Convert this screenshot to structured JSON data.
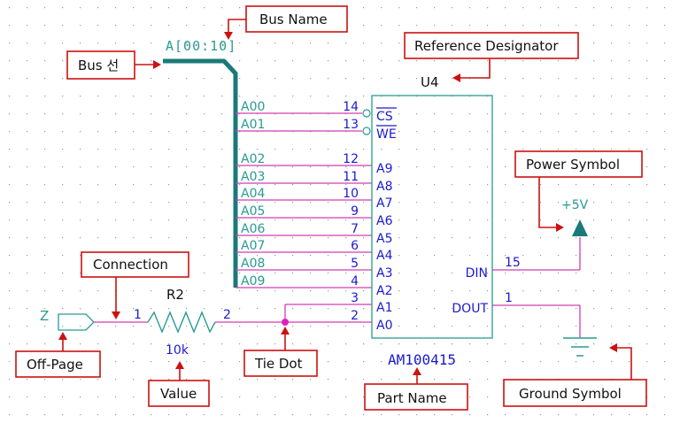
{
  "colors": {
    "grid": "#9a9a9a",
    "wire": "#d23cb4",
    "body": "#2a9a92",
    "bus": "#1a7a78",
    "pinnum": "#1a1ad0",
    "label": "#2a9a92",
    "callout": "#cc1111",
    "black": "#111111",
    "dot": "#e020c0"
  },
  "callouts": {
    "bus_name": "Bus Name",
    "ref_des": "Reference Designator",
    "bus_line": "Bus 선",
    "power_symbol": "Power Symbol",
    "connection": "Connection",
    "off_page": "Off-Page",
    "value": "Value",
    "tie_dot": "Tie Dot",
    "part_name": "Part Name",
    "ground_symbol": "Ground Symbol"
  },
  "schematic": {
    "bus_label": "A[00:10]",
    "ref": "U4",
    "part": "AM100415",
    "resistor_ref": "R2",
    "resistor_value": "10k",
    "resistor_pin1": "1",
    "resistor_pin2": "2",
    "offpage_label": "Z",
    "power_label": "+5V",
    "bus_taps": [
      "A00",
      "A01",
      "A02",
      "A03",
      "A04",
      "A05",
      "A06",
      "A07",
      "A08",
      "A09"
    ],
    "left_pins": [
      {
        "num": "14",
        "name": "CS"
      },
      {
        "num": "13",
        "name": "WE"
      },
      {
        "num": "12",
        "name": "A9"
      },
      {
        "num": "11",
        "name": "A8"
      },
      {
        "num": "10",
        "name": "A7"
      },
      {
        "num": "9",
        "name": "A6"
      },
      {
        "num": "7",
        "name": "A5"
      },
      {
        "num": "6",
        "name": "A4"
      },
      {
        "num": "5",
        "name": "A3"
      },
      {
        "num": "4",
        "name": "A2"
      },
      {
        "num": "3",
        "name": "A1"
      },
      {
        "num": "2",
        "name": "A0"
      }
    ],
    "right_pins": [
      {
        "num": "15",
        "name": "DIN"
      },
      {
        "num": "1",
        "name": "DOUT"
      }
    ]
  }
}
